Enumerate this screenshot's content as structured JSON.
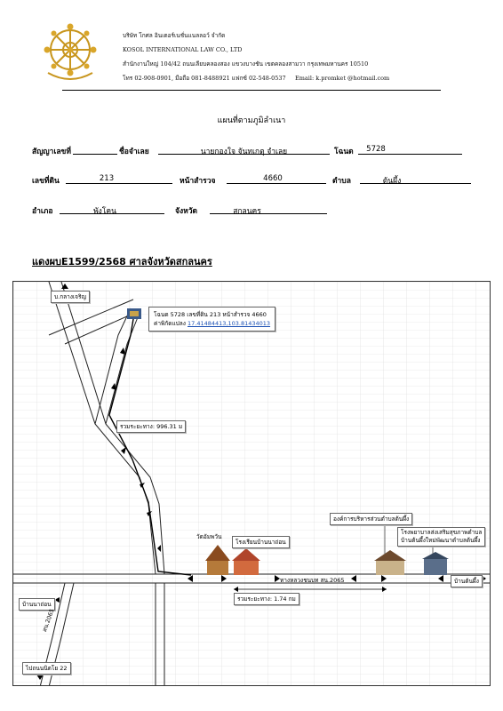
{
  "letterhead": {
    "company_th": "บริษัท โกศล อินเตอร์เนชั่นแนลลอว์ จำกัด",
    "company_en": "KOSOL INTERNATIONAL LAW CO., LTD",
    "address": "สำนักงานใหญ่ 104/42 ถนนเลียบคลองสอง แขวงบางชัน เขตคลองสามวา กรุงเทพมหานคร 10510",
    "contact": "โทร 02-908-0901, มือถือ 081-8488921 แฟกซ์ 02-548-0537",
    "email": "Email: k.promket @hotmail.com"
  },
  "form": {
    "title": "แผนที่ตามภูมิลำเนา",
    "contract_label": "สัญญาเลขที่",
    "contract_value": "",
    "debtor_label": "ชื่อจำเลย",
    "debtor_value": "นายกองใจ จันทเกตุ จำเลย",
    "deed_label": "โฉนด",
    "deed_value": "5728",
    "land_no_label": "เลขที่ดิน",
    "land_no_value": "213",
    "survey_label": "หน้าสำรวจ",
    "survey_value": "4660",
    "subdistrict_label": "ตำบล",
    "subdistrict_value": "ต้นผึ้ง",
    "district_label": "อำเภอ",
    "district_value": "พังโคน",
    "province_label": "จังหวัด",
    "province_value": "สกลนคร"
  },
  "case_title": "แดงผบE1599/2568 ศาลจังหวัดสกลนคร",
  "map": {
    "label_top": "บ.กลางเจริญ",
    "deed_info": "โฉนด 5728 เลขที่ดิน 213 หน้าสำรวจ 4660",
    "coord_label": "ค่าพิกัดแปลง",
    "coord_value": "17.41484413,103.81434013",
    "distance_1": "รวมระยะทาง: 996.31 ม",
    "distance_2": "รวมระยะทาง: 1.74 กม",
    "temple": "วัดอัมพวัน",
    "school": "โรงเรียนบ้านนาถ่อน",
    "sao": "องค์การบริหารส่วนตำบลต้นผึ้ง",
    "hospital_line1": "โรงพยาบาลส่งเสริมสุขภาพตำบล",
    "hospital_line2": "บ้านต้นผึ้งใหม่พัฒนาตำบลต้นผึ้ง",
    "highway": "ทางหลวงชนบท สน.2065",
    "highway_vertical": "สน.2065",
    "ban_ton_phueng": "บ้านต้นผึ้ง",
    "ban_na_thon": "บ้านนาถ่อน",
    "bottom_label": "ไปถนนนิตโย 22"
  }
}
